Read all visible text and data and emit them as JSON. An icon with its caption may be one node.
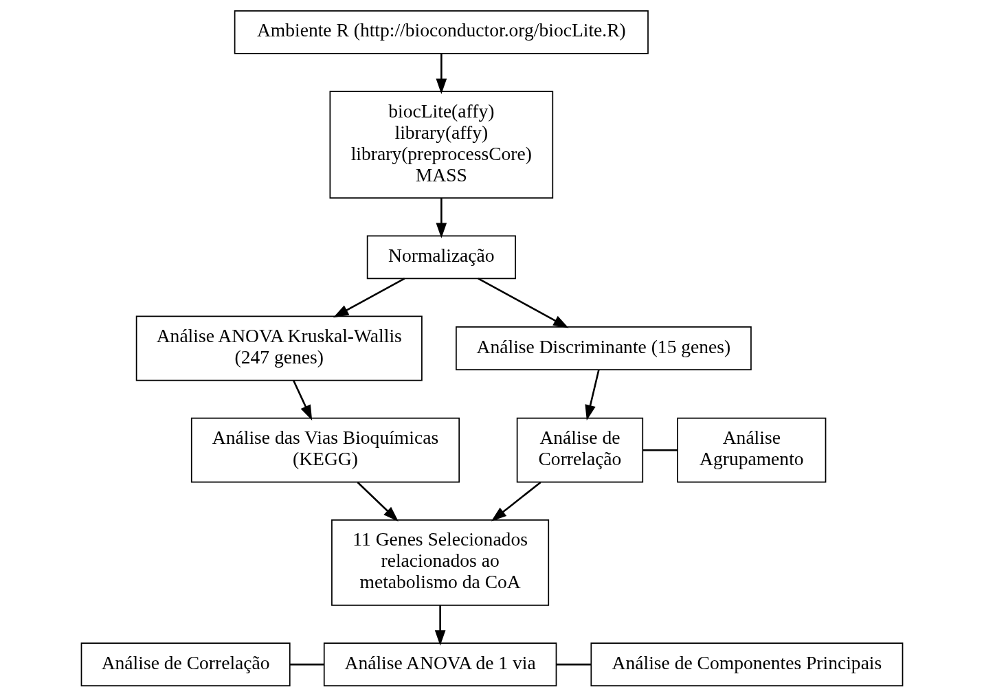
{
  "diagram": {
    "nodes": [
      {
        "text": [
          "Ambiente R (http://bioconductor.org/biocLite.R)"
        ]
      },
      {
        "text": [
          "biocLite(affy)",
          "library(affy)",
          "library(preprocessCore)",
          "MASS"
        ]
      },
      {
        "text": [
          "Normalização"
        ]
      },
      {
        "text": [
          "Análise ANOVA Kruskal-Wallis (247 genes)"
        ]
      },
      {
        "text": [
          "Análise Discriminante (15 genes)"
        ]
      },
      {
        "text": [
          "Análise das Vias Bioquímicas (KEGG)"
        ]
      },
      {
        "text": [
          "Análise de Correlação"
        ]
      },
      {
        "text": [
          "Análise Agrupamento"
        ]
      },
      {
        "text": [
          "11 Genes Selecionados relacionados ao metabolismo da CoA"
        ]
      },
      {
        "text": [
          "Análise de Correlação"
        ]
      },
      {
        "text": [
          "Análise ANOVA de 1 via"
        ]
      },
      {
        "text": [
          "Análise de Componentes Principais"
        ]
      }
    ],
    "edges": [
      {
        "from": 0,
        "to": 1,
        "arrow": "to"
      },
      {
        "from": 1,
        "to": 2,
        "arrow": "to"
      },
      {
        "from": 2,
        "to": 3,
        "arrow": "to"
      },
      {
        "from": 2,
        "to": 4,
        "arrow": "to"
      },
      {
        "from": 3,
        "to": 5,
        "arrow": "to"
      },
      {
        "from": 4,
        "to": 6,
        "arrow": "to"
      },
      {
        "from": 6,
        "to": 7,
        "arrow": "none"
      },
      {
        "from": 5,
        "to": 8,
        "arrow": "to"
      },
      {
        "from": 6,
        "to": 8,
        "arrow": "to"
      },
      {
        "from": 8,
        "to": 10,
        "arrow": "to"
      },
      {
        "from": 9,
        "to": 10,
        "arrow": "none"
      },
      {
        "from": 10,
        "to": 11,
        "arrow": "none"
      }
    ]
  }
}
